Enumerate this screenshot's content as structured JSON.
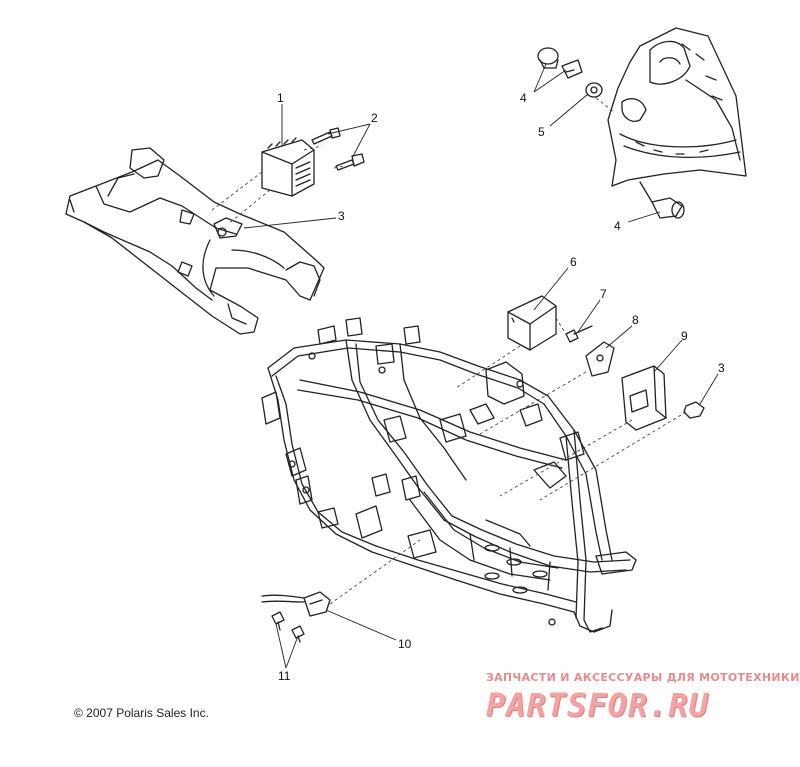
{
  "callouts": [
    {
      "id": "1",
      "text": "1"
    },
    {
      "id": "2",
      "text": "2"
    },
    {
      "id": "3a",
      "text": "3"
    },
    {
      "id": "4a",
      "text": "4"
    },
    {
      "id": "5",
      "text": "5"
    },
    {
      "id": "4b",
      "text": "4"
    },
    {
      "id": "6",
      "text": "6"
    },
    {
      "id": "7",
      "text": "7"
    },
    {
      "id": "8",
      "text": "8"
    },
    {
      "id": "9",
      "text": "9"
    },
    {
      "id": "3b",
      "text": "3"
    },
    {
      "id": "10",
      "text": "10"
    },
    {
      "id": "11",
      "text": "11"
    }
  ],
  "copyright": "© 2007 Polaris Sales Inc.",
  "watermark": {
    "tagline": "ЗАПЧАСТИ И АКСЕССУАРЫ ДЛЯ МОТОТЕХНИКИ",
    "logo": "partsfor.ru"
  },
  "colors": {
    "line": "#222222",
    "watermark": "#f4a3a3"
  }
}
